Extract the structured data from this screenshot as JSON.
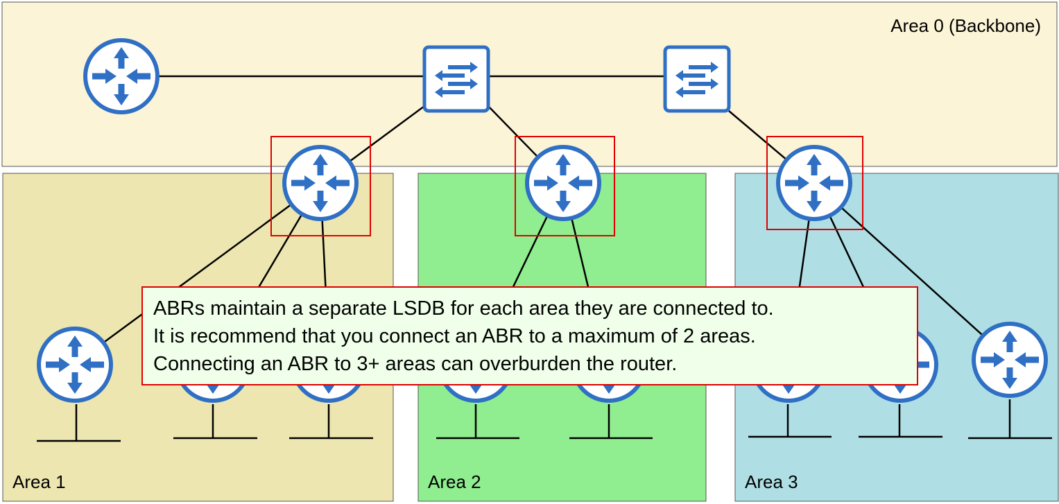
{
  "colors": {
    "backbone_fill": "#fcf4d6",
    "area1_fill": "#ede6b0",
    "area2_fill": "#90ed90",
    "area3_fill": "#afdfe4",
    "device_blue": "#2f6fc4",
    "abr_highlight": "#e00000",
    "callout_fill": "#efffe9",
    "link": "#000000"
  },
  "areas": {
    "backbone": {
      "label": "Area 0 (Backbone)"
    },
    "area1": {
      "label": "Area 1"
    },
    "area2": {
      "label": "Area 2"
    },
    "area3": {
      "label": "Area 3"
    }
  },
  "icons": {
    "router": "router-icon",
    "switch": "switch-icon",
    "lan_segment": "lan-segment-icon"
  },
  "callout": {
    "lines": [
      "ABRs maintain a separate LSDB for each area they are connected to.",
      "It is recommend that you connect an ABR to a maximum of 2 areas.",
      "Connecting an ABR to 3+ areas can overburden the router."
    ]
  }
}
